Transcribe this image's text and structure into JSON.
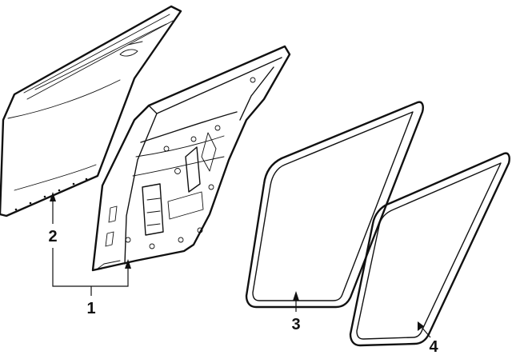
{
  "callouts": {
    "one": "1",
    "two": "2",
    "three": "3",
    "four": "4"
  },
  "colors": {
    "line": "#111111",
    "background": "#ffffff"
  }
}
